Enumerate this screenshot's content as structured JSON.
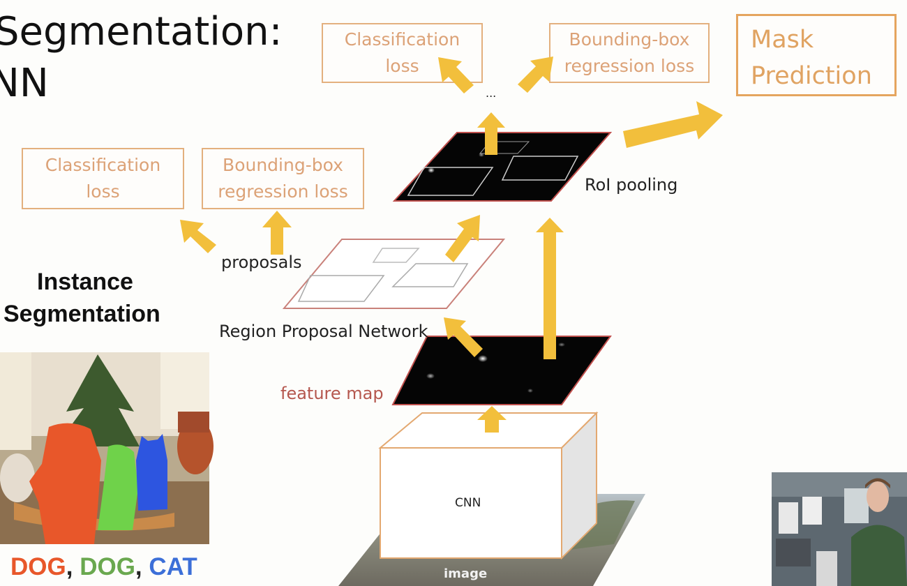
{
  "slide": {
    "title_line1": "Segmentation:",
    "title_line2": "NN"
  },
  "rpn_losses": {
    "classification": [
      "Classification",
      "loss"
    ],
    "bbox": [
      "Bounding-box",
      "regression loss"
    ]
  },
  "head_losses": {
    "classification": [
      "Classification",
      "loss"
    ],
    "bbox": [
      "Bounding-box",
      "regression loss"
    ],
    "ellipsis": "..."
  },
  "mask_prediction": [
    "Mask",
    "Prediction"
  ],
  "labels": {
    "proposals": "proposals",
    "rpn": "Region Proposal Network",
    "feature_map": "feature map",
    "roi_pooling": "RoI pooling",
    "cnn": "CNN",
    "image": "image"
  },
  "instance_panel": {
    "title_line1": "Instance",
    "title_line2": "Segmentation",
    "classes": [
      {
        "text": "DOG",
        "color": "#e8572a"
      },
      {
        "text": ", ",
        "color": "#222222"
      },
      {
        "text": "DOG",
        "color": "#6aa84f"
      },
      {
        "text": ", ",
        "color": "#222222"
      },
      {
        "text": "CAT",
        "color": "#3c6fd8"
      }
    ]
  },
  "colors": {
    "arrow": "#f2bf3c",
    "box_border": "#e3b07e",
    "loss_text": "#dca277",
    "plane_border": "#c0504d"
  }
}
